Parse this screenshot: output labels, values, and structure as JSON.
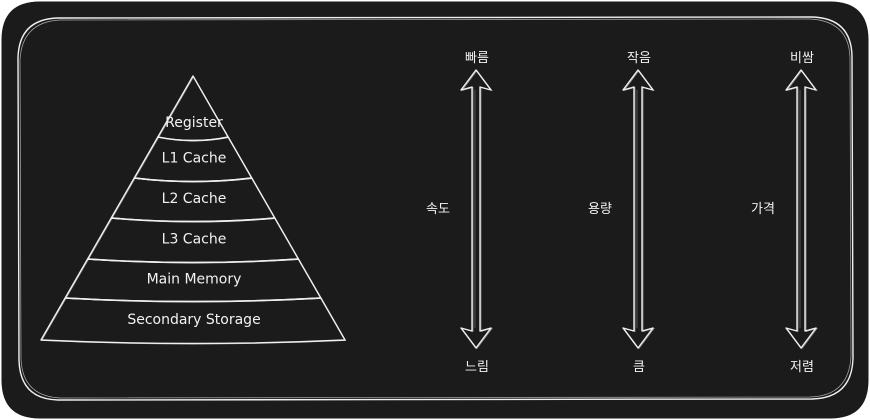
{
  "pyramid": {
    "layers": [
      {
        "label": "Register"
      },
      {
        "label": "L1 Cache"
      },
      {
        "label": "L2 Cache"
      },
      {
        "label": "L3 Cache"
      },
      {
        "label": "Main Memory"
      },
      {
        "label": "Secondary Storage"
      }
    ]
  },
  "axes": [
    {
      "name": "속도",
      "top": "빠름",
      "bottom": "느림"
    },
    {
      "name": "용량",
      "top": "작음",
      "bottom": "큼"
    },
    {
      "name": "가격",
      "top": "비쌈",
      "bottom": "저렴"
    }
  ],
  "colors": {
    "background": "#1b1b1b",
    "stroke": "#f0f0f0",
    "text": "#f2f2f2",
    "outer": "#ffffff"
  }
}
